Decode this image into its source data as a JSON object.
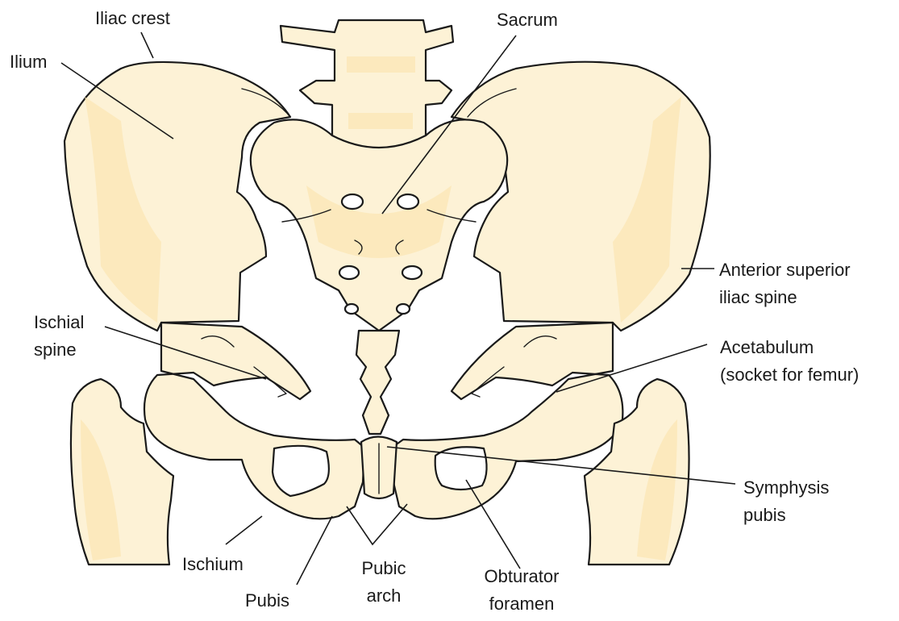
{
  "diagram": {
    "colors": {
      "bone": "#fdf2d6",
      "bone_shade": "#fbe6b2",
      "outline": "#1a1a1a",
      "leader": "#1a1a1a",
      "background": "#ffffff"
    },
    "labels": {
      "iliac_crest": "Iliac crest",
      "ilium": "Ilium",
      "sacrum": "Sacrum",
      "asis_line1": "Anterior superior",
      "asis_line2": "iliac spine",
      "ischial_spine_line1": "Ischial",
      "ischial_spine_line2": "spine",
      "acetabulum_line1": "Acetabulum",
      "acetabulum_line2": "(socket for femur)",
      "symphysis_line1": "Symphysis",
      "symphysis_line2": "pubis",
      "ischium": "Ischium",
      "pubis": "Pubis",
      "pubic_arch_line1": "Pubic",
      "pubic_arch_line2": "arch",
      "obturator_line1": "Obturator",
      "obturator_line2": "foramen"
    }
  }
}
